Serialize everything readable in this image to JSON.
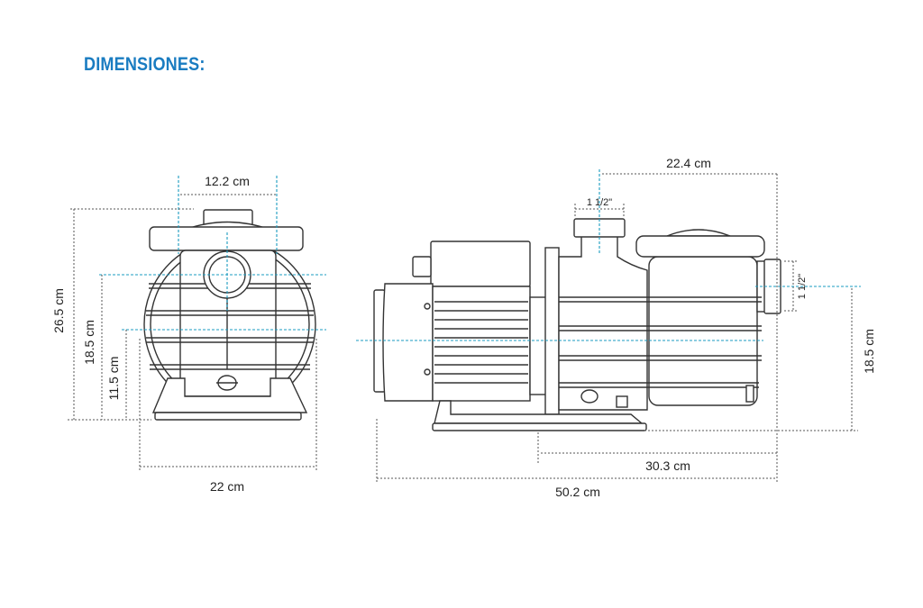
{
  "title": "DIMENSIONES:",
  "accent_color": "#1a7cc1",
  "guide_color": "#1a9bc0",
  "front_view": {
    "width_inlet": "12.2 cm",
    "height_total": "26.5 cm",
    "height_inlet": "18.5 cm",
    "height_axis": "11.5 cm",
    "width_base": "22 cm"
  },
  "side_view": {
    "length_pump": "22.4 cm",
    "outlet_size": "1 1/2\"",
    "inlet_size": "1 1/2\"",
    "height_inlet": "18.5 cm",
    "length_base": "30.3 cm",
    "length_total": "50.2 cm"
  }
}
